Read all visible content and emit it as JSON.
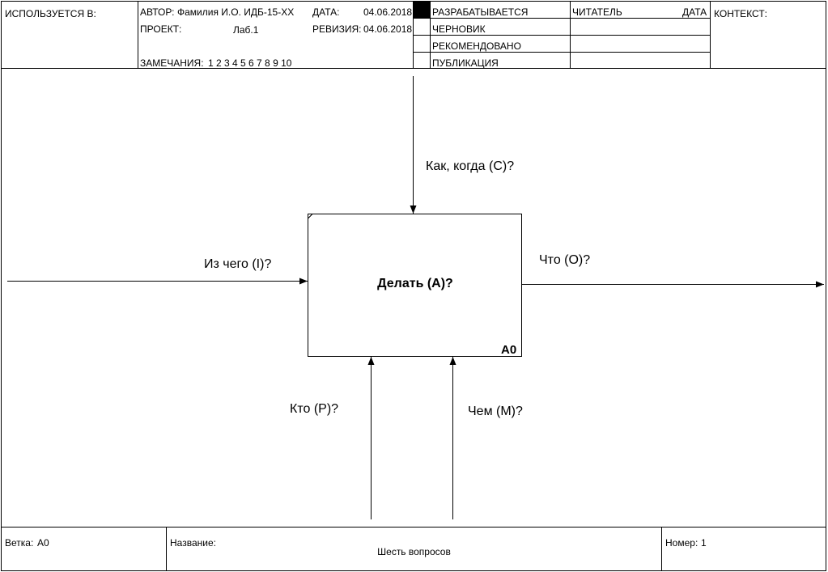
{
  "header": {
    "used_in": "ИСПОЛЬЗУЕТСЯ В:",
    "author_label": "АВТОР:",
    "author_value": "Фамилия И.О. ИДБ-15-ХХ",
    "project_label": "ПРОЕКТ:",
    "project_value": "Лаб.1",
    "date_label": "ДАТА:",
    "date_value": "04.06.2018",
    "revision_label": "РЕВИЗИЯ:",
    "revision_value": "04.06.2018",
    "notes_label": "ЗАМЕЧАНИЯ:",
    "notes_value": "1 2 3 4 5 6 7 8 9 10",
    "status_items": [
      "РАЗРАБАТЫВАЕТСЯ",
      "ЧЕРНОВИК",
      "РЕКОМЕНДОВАНО",
      "ПУБЛИКАЦИЯ"
    ],
    "reader_label": "ЧИТАТЕЛЬ",
    "reader_date_label": "ДАТА",
    "context_label": "КОНТЕКСТ:"
  },
  "diagram": {
    "box_title": "Делать (A)?",
    "box_id": "A0",
    "control_label": "Как, когда (C)?",
    "input_label": "Из чего (I)?",
    "output_label": "Что (O)?",
    "mechanism_p_label": "Кто (P)?",
    "mechanism_m_label": "Чем (M)?"
  },
  "footer": {
    "node_label": "Ветка:",
    "node_value": "A0",
    "title_label": "Название:",
    "title_value": "Шесть вопросов",
    "number_label": "Номер:",
    "number_value": "1"
  }
}
